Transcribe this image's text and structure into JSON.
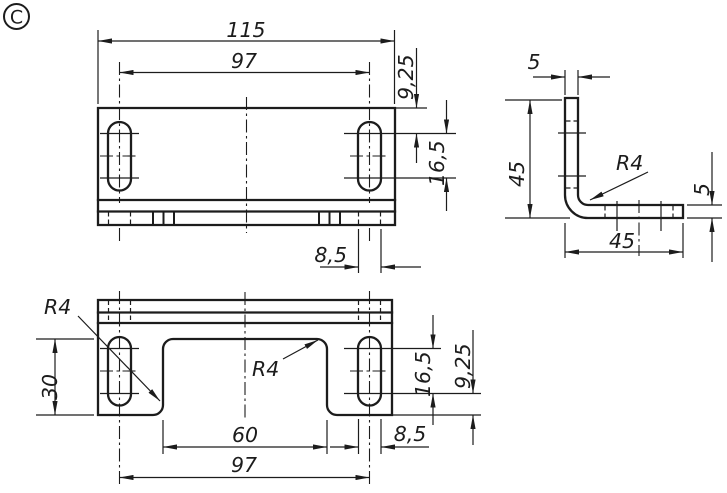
{
  "drawing": {
    "detail_label": "C",
    "front_view": {
      "overall_width": "115",
      "slot_center_distance": "97",
      "top_to_slot": "9,25",
      "slot_straight_length": "16,5",
      "slot_width": "8,5"
    },
    "side_view": {
      "leg_thickness_top": "5",
      "leg_height": "45",
      "bend_radius_label": "R4",
      "leg_thickness_right": "5",
      "leg_length": "45"
    },
    "plan_view": {
      "corner_radius_label_left": "R4",
      "corner_radius_label_right": "R4",
      "notch_depth": "30",
      "notch_width": "60",
      "slot_center_distance": "97",
      "slot_straight_length": "16,5",
      "slot_end_to_edge": "9,25",
      "slot_width": "8,5"
    }
  }
}
